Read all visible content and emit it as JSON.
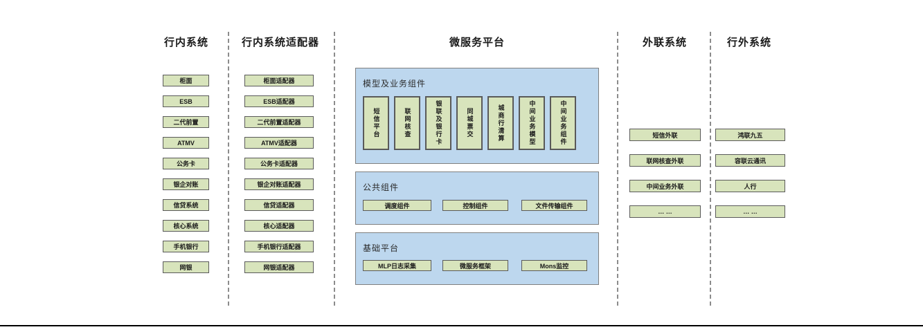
{
  "colors": {
    "green_fill": "#d8e4bc",
    "green_border": "#595959",
    "blue_fill": "#bdd7ee",
    "blue_border": "#7f7f7f",
    "separator": "#8c8c8c",
    "baseline": "#000000"
  },
  "columns": {
    "internal": {
      "title": "行内系统",
      "boxes": [
        "柜面",
        "ESB",
        "二代前置",
        "ATMV",
        "公务卡",
        "银企对账",
        "信贷系统",
        "核心系统",
        "手机银行",
        "网银"
      ]
    },
    "adapters": {
      "title": "行内系统适配器",
      "boxes": [
        "柜面适配器",
        "ESB适配器",
        "二代前置适配器",
        "ATMV适配器",
        "公务卡适配器",
        "银企对账适配器",
        "信贷适配器",
        "核心适配器",
        "手机银行适配器",
        "网银适配器"
      ]
    },
    "platform": {
      "title": "微服务平台",
      "groups": [
        {
          "label": "模型及业务组件",
          "boxes": [
            "短信平台",
            "联网核查",
            "银联及银行卡",
            "同城票交",
            "城商行清算",
            "中间业务模型",
            "中间业务组件"
          ]
        },
        {
          "label": "公共组件",
          "boxes": [
            "调度组件",
            "控制组件",
            "文件传输组件"
          ]
        },
        {
          "label": "基础平台",
          "boxes": [
            "MLP日志采集",
            "微服务框架",
            "Mons监控"
          ]
        }
      ]
    },
    "outbound": {
      "title": "外联系统",
      "boxes": [
        "短信外联",
        "联网核查外联",
        "中间业务外联",
        "… …"
      ]
    },
    "external": {
      "title": "行外系统",
      "boxes": [
        "鸿联九五",
        "容联云通讯",
        "人行",
        "… …"
      ]
    }
  }
}
